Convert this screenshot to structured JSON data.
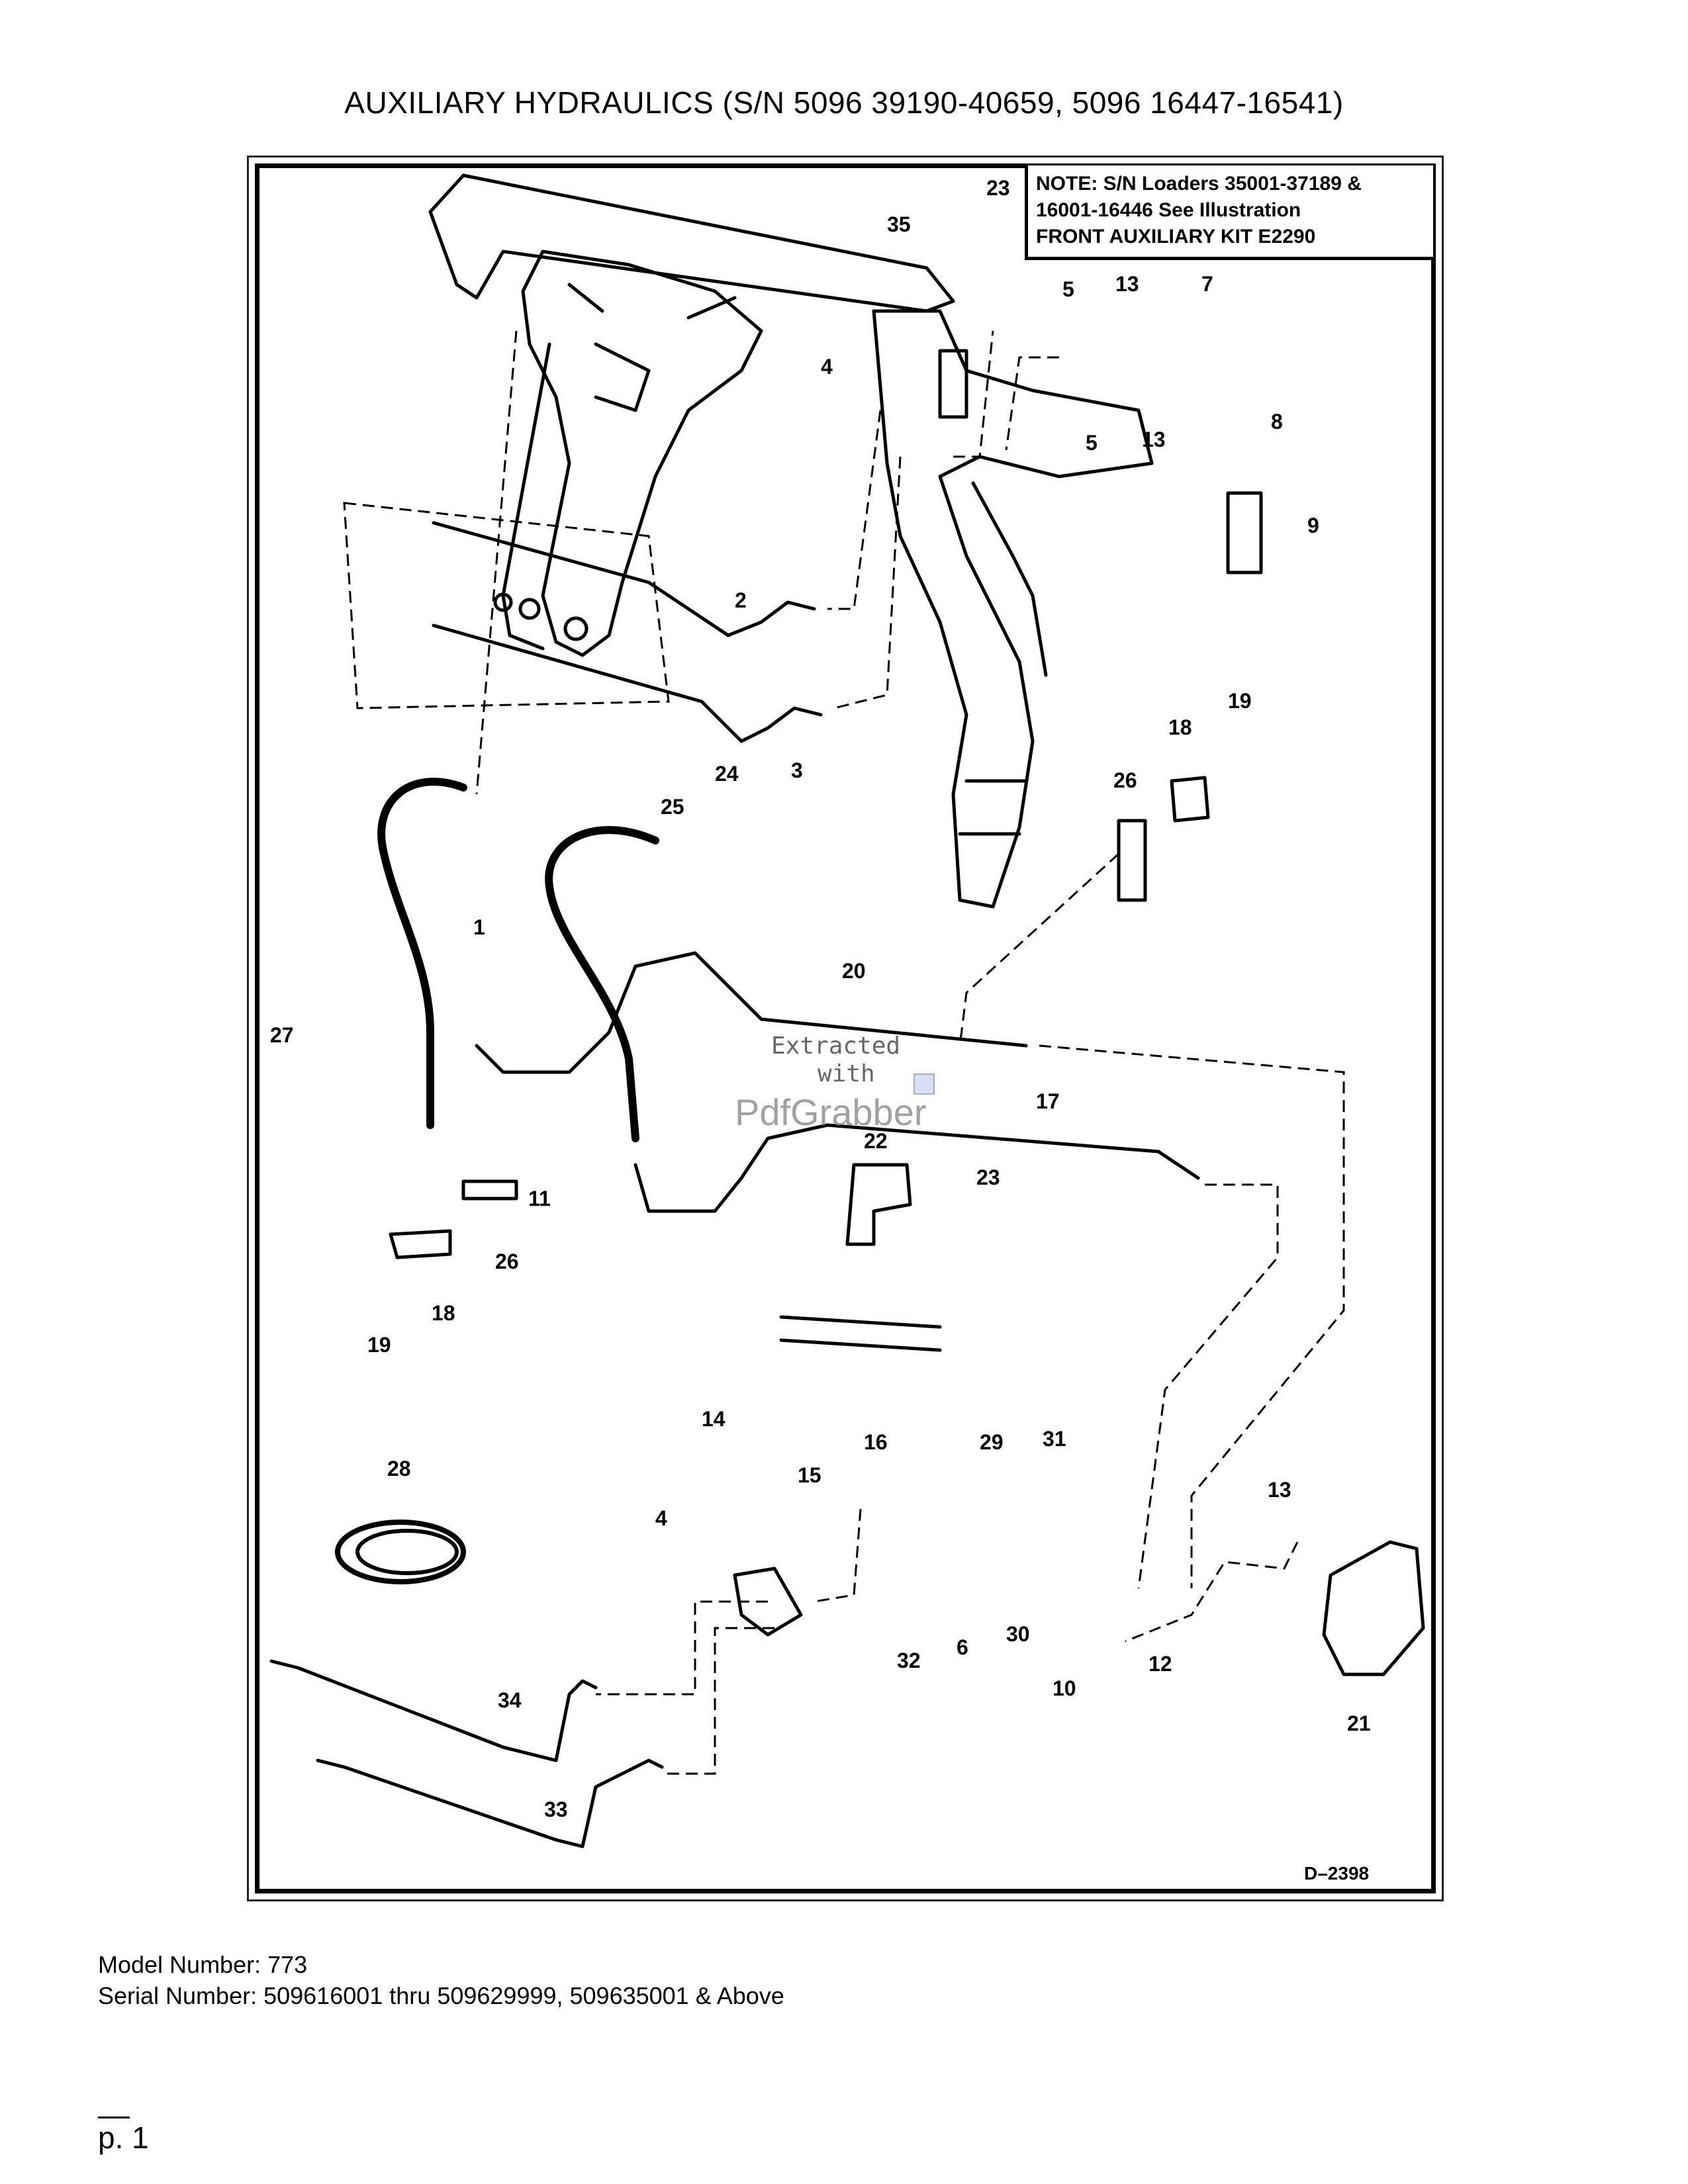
{
  "page": {
    "title": "AUXILIARY HYDRAULICS (S/N 5096 39190-40659, 5096 16447-16541)",
    "model_label": "Model Number: 773",
    "serial_label": "Serial Number: 509616001 thru 509629999, 509635001 & Above",
    "page_number": "p. 1"
  },
  "diagram": {
    "note_lines": [
      "NOTE: S/N Loaders 35001-37189 &",
      "16001-16446 See Illustration",
      "FRONT AUXILIARY KIT E2290"
    ],
    "drawing_id": "D–2398",
    "callouts": [
      "23",
      "35",
      "5",
      "13",
      "7",
      "4",
      "5",
      "13",
      "8",
      "9",
      "2",
      "3",
      "24",
      "25",
      "19",
      "18",
      "26",
      "1",
      "20",
      "27",
      "17",
      "22",
      "23",
      "11",
      "26",
      "18",
      "19",
      "16",
      "14",
      "15",
      "29",
      "31",
      "28",
      "4",
      "30",
      "32",
      "6",
      "13",
      "12",
      "10",
      "21",
      "34",
      "33"
    ]
  },
  "watermark": {
    "line1": "Extracted",
    "line2": "with",
    "brand": "PdfGrabber"
  }
}
